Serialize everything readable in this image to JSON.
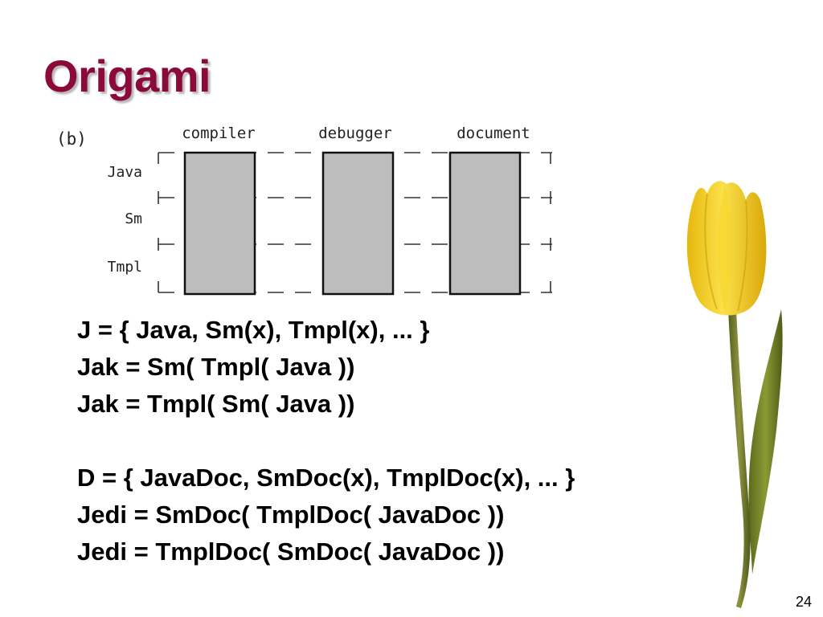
{
  "slide": {
    "title": "Origami",
    "page_number": "24"
  },
  "diagram": {
    "label": "(b)",
    "columns": [
      "compiler",
      "debugger",
      "document"
    ],
    "rows": [
      "Java",
      "Sm",
      "Tmpl"
    ]
  },
  "formulas": {
    "group1": [
      "J = { Java, Sm(x), Tmpl(x), ... }",
      "Jak = Sm( Tmpl( Java ))",
      "Jak = Tmpl( Sm( Java ))"
    ],
    "group2": [
      "D = { JavaDoc, SmDoc(x), TmplDoc(x), ... }",
      "Jedi = SmDoc( TmplDoc( JavaDoc ))",
      "Jedi = TmplDoc( SmDoc( JavaDoc ))"
    ]
  },
  "colors": {
    "title": "#8b0a3a",
    "box_fill": "#bdbdbd",
    "tulip_petal": "#f2cf1e",
    "tulip_stem": "#6f7a2a"
  }
}
